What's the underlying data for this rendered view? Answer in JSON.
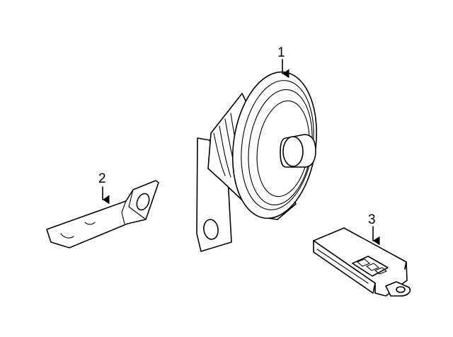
{
  "callouts": [
    {
      "id": "horn",
      "label": "1"
    },
    {
      "id": "bracket",
      "label": "2"
    },
    {
      "id": "module",
      "label": "3"
    }
  ],
  "colors": {
    "line": "#000000",
    "background": "#ffffff"
  }
}
